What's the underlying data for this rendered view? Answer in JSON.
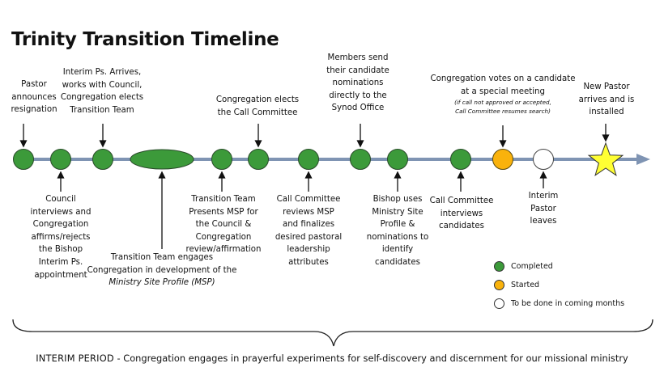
{
  "title": "Trinity Transition Timeline",
  "colors": {
    "completed": "#3c9a3a",
    "started": "#f9b20c",
    "todo": "#ffffff",
    "star": "#ffff33",
    "line": "#7f94b3"
  },
  "events_above": [
    {
      "lines": [
        "Pastor",
        "announces",
        "resignation"
      ]
    },
    {
      "lines": [
        "Interim Ps. Arrives,",
        "works with Council,",
        "Congregation elects",
        "Transition Team"
      ]
    },
    {
      "lines": [
        "Congregation elects",
        "the Call Committee"
      ]
    },
    {
      "lines": [
        "Members send",
        "their candidate",
        "nominations",
        "directly to the",
        "Synod Office"
      ]
    },
    {
      "lines": [
        "Congregation votes on a candidate",
        "at a special meeting"
      ],
      "sublines": [
        "(if call not approved or accepted,",
        "Call Committee resumes search)"
      ]
    },
    {
      "lines": [
        "New Pastor",
        "arrives and is",
        "installed"
      ]
    }
  ],
  "events_below": [
    {
      "lines": [
        "Council",
        "interviews and",
        "Congregation",
        "affirms/rejects",
        "the Bishop",
        "Interim Ps.",
        "appointment"
      ]
    },
    {
      "lines": [
        "Transition Team engages",
        "Congregation in development of the"
      ],
      "italic_line": "Ministry Site Profile (MSP)"
    },
    {
      "lines": [
        "Transition Team",
        "Presents MSP for",
        "the Council &",
        "Congregation",
        "review/affirmation"
      ]
    },
    {
      "lines": [
        "Call Committee",
        "reviews MSP",
        "and finalizes",
        "desired pastoral",
        "leadership",
        "attributes"
      ]
    },
    {
      "lines": [
        "Bishop uses",
        "Ministry Site",
        "Profile &",
        "nominations to",
        "identify",
        "candidates"
      ]
    },
    {
      "lines": [
        "Call Committee",
        "interviews",
        "candidates"
      ]
    },
    {
      "lines": [
        "Interim",
        "Pastor",
        "leaves"
      ]
    }
  ],
  "legend": {
    "completed": "Completed",
    "started": "Started",
    "todo": "To be done in coming months"
  },
  "footer": {
    "heading": "INTERIM PERIOD",
    "separator": " - ",
    "text": "Congregation engages in prayerful experiments for self-discovery and discernment for our missional ministry"
  }
}
